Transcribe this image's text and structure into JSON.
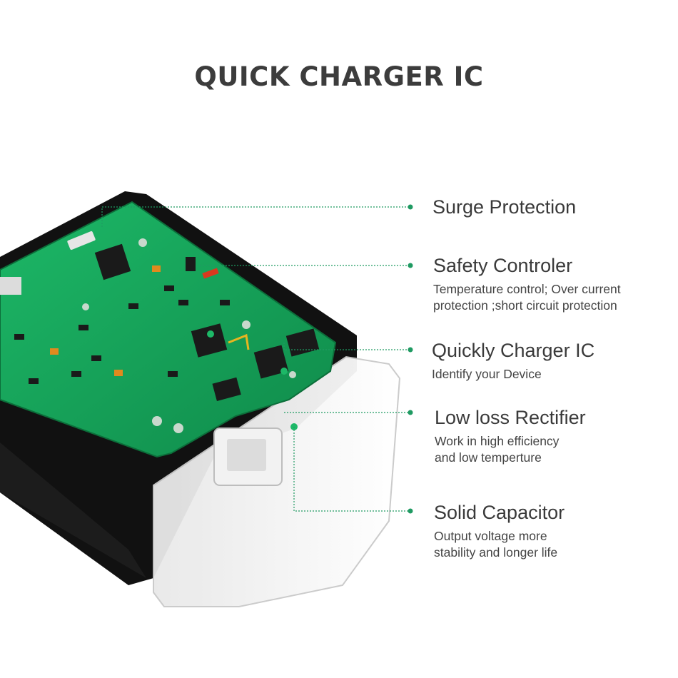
{
  "title": "QUICK CHARGER IC",
  "features": [
    {
      "name": "Surge Protection",
      "desc": []
    },
    {
      "name": "Safety Controler",
      "desc": [
        "Temperature control; Over current",
        "protection ;short circuit protection"
      ]
    },
    {
      "name": "Quickly Charger IC",
      "desc": [
        "Identify your Device"
      ]
    },
    {
      "name": "Low loss Rectifier",
      "desc": [
        "Work in high efficiency",
        "and low temperture"
      ]
    },
    {
      "name": "Solid Capacitor",
      "desc": [
        "Output voltage more",
        "stability and longer life"
      ]
    }
  ],
  "colors": {
    "title": "#3c3c3c",
    "callout_line": "#1f9a62",
    "pcb": "#17a35a",
    "housing": "#111111"
  }
}
